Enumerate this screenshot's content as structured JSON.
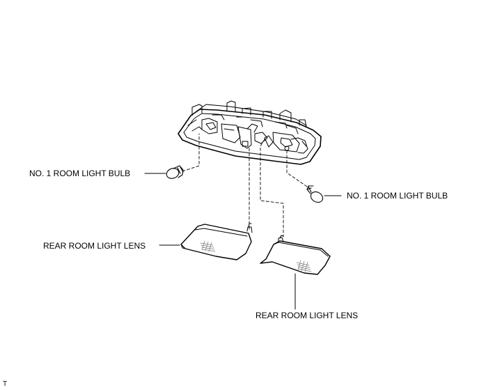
{
  "diagram": {
    "labels": {
      "bulb_left": "NO. 1 ROOM LIGHT BULB",
      "bulb_right": "NO. 1 ROOM LIGHT BULB",
      "lens_left": "REAR ROOM LIGHT LENS",
      "lens_right": "REAR ROOM LIGHT LENS"
    },
    "corner_mark": "T"
  },
  "colors": {
    "ink": "#000000",
    "hatch": "#777777",
    "background": "#ffffff"
  }
}
